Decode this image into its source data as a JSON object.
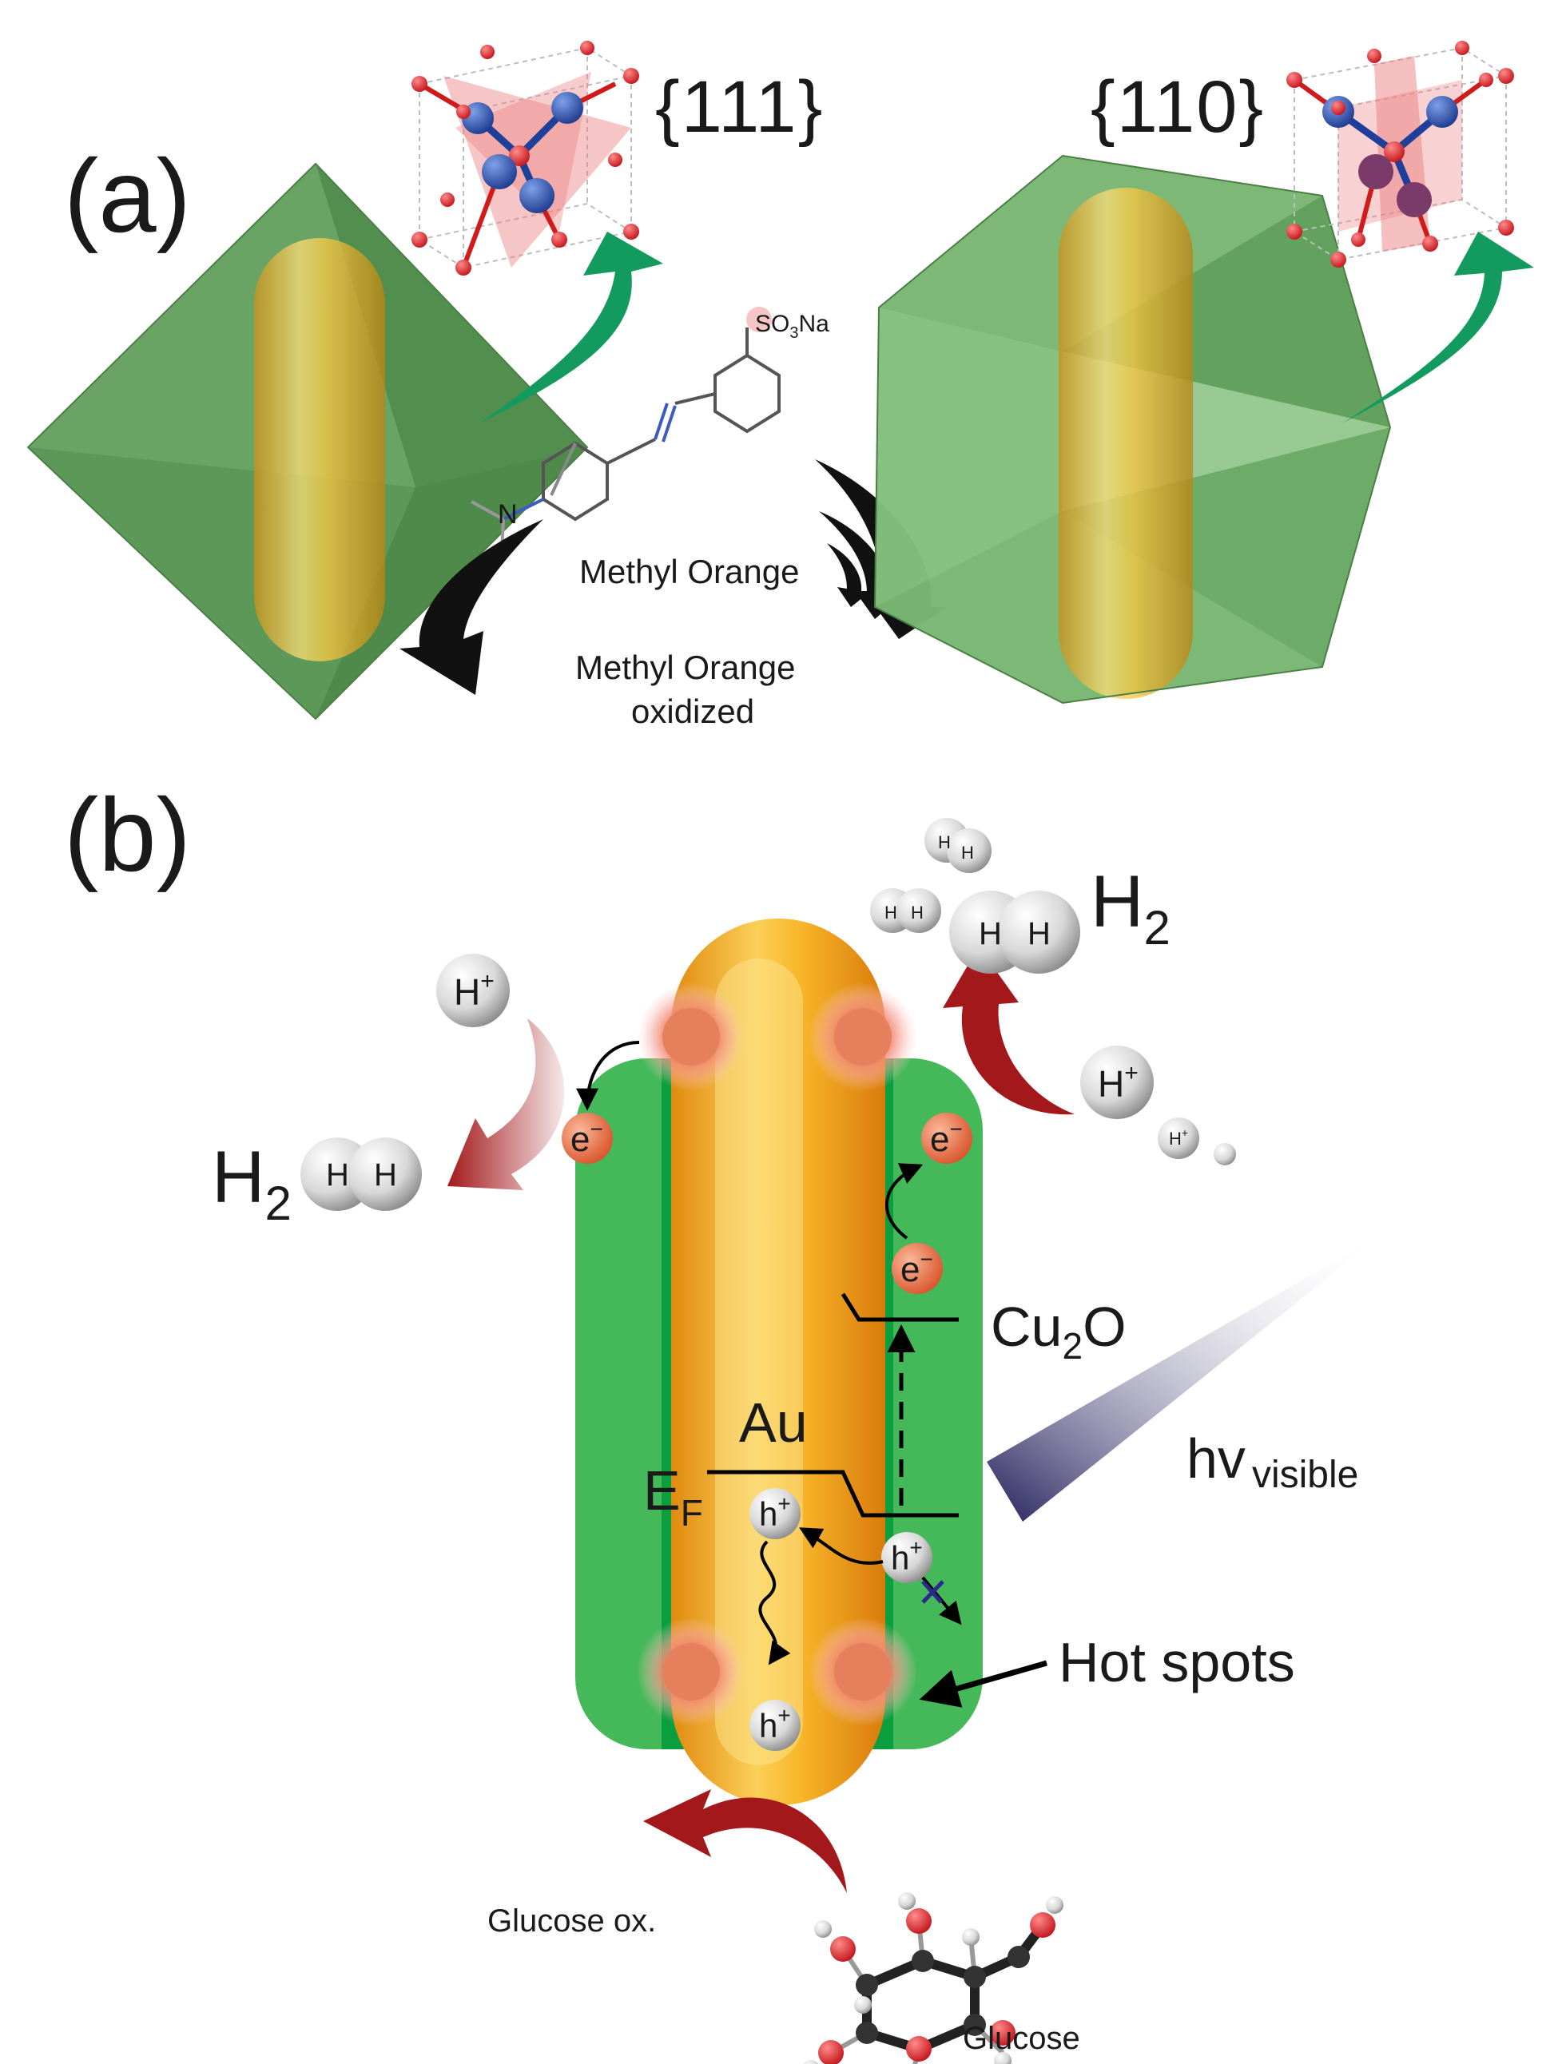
{
  "panels": {
    "a": "(a)",
    "b": "(b)"
  },
  "facets": {
    "f111": "{111}",
    "f110": "{110}"
  },
  "methyl_orange": {
    "name": "Methyl Orange",
    "oxidized_line1": "Methyl Orange",
    "oxidized_line2": "oxidized",
    "group_main": "SO",
    "group_sub": "3",
    "group_tail": "Na",
    "nitrogen": "N"
  },
  "labels": {
    "h2_main": "H",
    "h2_sub": "2",
    "h_atom": "H",
    "h_plus_main": "H",
    "h_plus_sup": "+",
    "electron_main": "e",
    "electron_sup": "−",
    "hole_main": "h",
    "hole_sup": "+",
    "cu2o_pre": "Cu",
    "cu2o_sub": "2",
    "cu2o_post": "O",
    "au": "Au",
    "ef_main": "E",
    "ef_sub": "F",
    "hv_main": "hv",
    "hv_sub": "visible",
    "hot_spots": "Hot spots",
    "glucose_ox": "Glucose ox.",
    "glucose": "Glucose"
  },
  "colors": {
    "shell_green": "#3fa64a",
    "shell_dark_green": "#0a9e3e",
    "gold": "#f2a91a",
    "electron_orange": "#e46a3c",
    "arrow_red": "#a3191b",
    "arrow_teal": "#139a5e",
    "light_purple": "#2e2a6b"
  }
}
